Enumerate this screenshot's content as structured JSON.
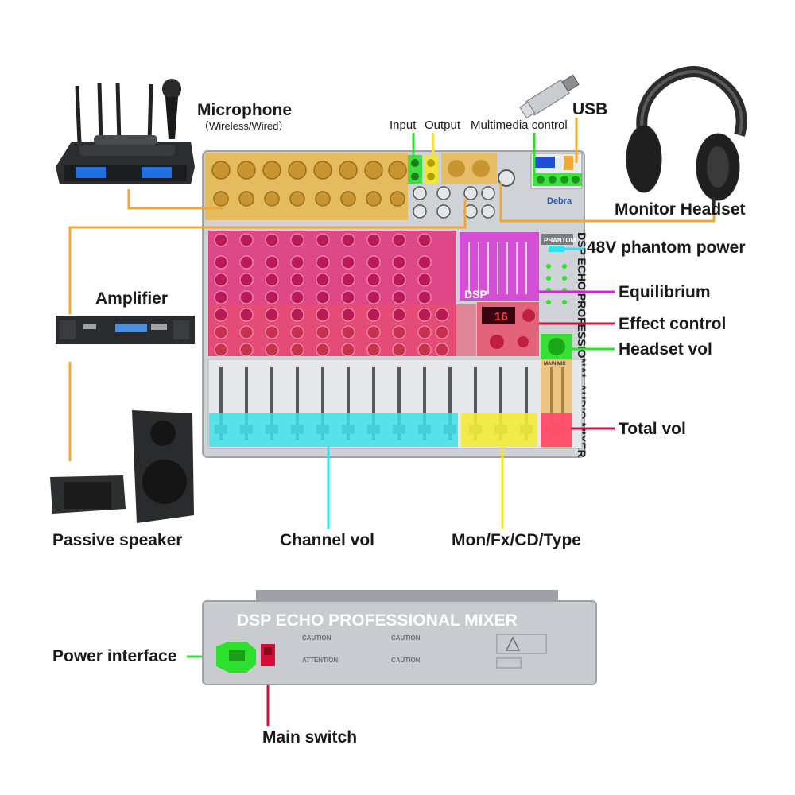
{
  "labels": {
    "microphone": "Microphone",
    "microphone_sub": "（Wireless/Wired）",
    "input": "Input",
    "output": "Output",
    "multimedia_control": "Multimedia control",
    "usb": "USB",
    "monitor_headset": "Monitor Headset",
    "phantom_power": "48V phantom power",
    "equilibrium": "Equilibrium",
    "effect_control": "Effect control",
    "headset_vol": "Headset vol",
    "total_vol": "Total vol",
    "amplifier": "Amplifier",
    "passive_speaker": "Passive speaker",
    "channel_vol": "Channel vol",
    "mon_fx_cd_type": "Mon/Fx/CD/Type",
    "power_interface": "Power interface",
    "main_switch": "Main switch"
  },
  "mixer": {
    "side_text": "DSP ECHO PROFESSIONAL AUDIO MIXER",
    "phantom_button": "PHANTOM",
    "main_mix": "MAIN MIX",
    "effect_display": "16",
    "dsp_logo": "DSP",
    "brand": "Debra"
  },
  "rear": {
    "title": "DSP ECHO PROFESSIONAL MIXER",
    "caution": "CAUTION",
    "attention": "ATTENTION"
  },
  "colors": {
    "input_zone": "#e8b84a",
    "eq_zone": "#e0307a",
    "channel_vol": "#3ce0e8",
    "mon_fx": "#f2ea3a",
    "total_vol": "#ff4d6d",
    "green": "#2ee02e",
    "magenta": "#e21be2",
    "crimson": "#d0103a",
    "cyan": "#2fe0f0",
    "yellow": "#f5e52a",
    "orange": "#f0a830"
  }
}
